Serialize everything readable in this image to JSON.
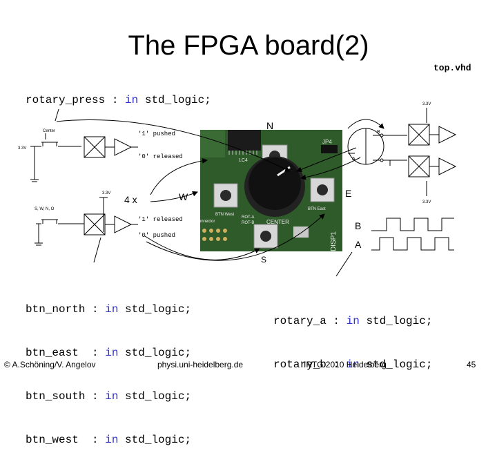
{
  "slide": {
    "title": "The FPGA board(2)",
    "file_name": "top.vhd"
  },
  "rotary_press_decl": {
    "signal": "rotary_press",
    "sep": " : ",
    "dir": "in",
    "type": "std_logic;"
  },
  "buttons_decl": [
    {
      "signal": "btn_north",
      "sep": " : ",
      "dir": "in",
      "type": "std_logic;"
    },
    {
      "signal": "btn_east ",
      "sep": " : ",
      "dir": "in",
      "type": "std_logic;"
    },
    {
      "signal": "btn_south",
      "sep": " : ",
      "dir": "in",
      "type": "std_logic;"
    },
    {
      "signal": "btn_west ",
      "sep": " : ",
      "dir": "in",
      "type": "std_logic;"
    }
  ],
  "rotary_decl": [
    {
      "signal": "rotary_a",
      "sep": " : ",
      "dir": "in",
      "type": "std_logic;"
    },
    {
      "signal": "rotary_b",
      "sep": " : ",
      "dir": "in",
      "type": "std_logic;"
    }
  ],
  "diagram": {
    "dir_n": "N",
    "dir_e": "E",
    "dir_w": "W",
    "dir_s": "S",
    "four_x": "4 x",
    "wave_b": "B",
    "wave_a": "A",
    "center_label": "Center",
    "swno_label": "S, W, N, O",
    "v33_1": "3.3V",
    "v33_2": "3.3V",
    "v33_3": "3.3V",
    "v33_4": "3.3V",
    "top_pushed": "'1' pushed",
    "top_released": "'0' released",
    "bot_released": "'1' released",
    "bot_pushed": "'0' pushed",
    "enc_a": "A",
    "enc_b": "B"
  },
  "board": {
    "jp4": "JP4",
    "lc4": "LC4",
    "center": "CENTER",
    "btn_west": "BTN West",
    "btn_east": "BTN East",
    "rot_a": "ROT-A",
    "rot_b": "ROT-B",
    "disp1": "DISP1",
    "connector": "onnector"
  },
  "footer": {
    "authors": "© A.Schöning/V. Angelov",
    "site": "physi.uni-heidelberg.de",
    "event": "IRTG 2010 Heidelberg",
    "page": "45"
  },
  "colors": {
    "keyword": "#3333cc",
    "board_green": "#2f5a2a",
    "knob": "#111111"
  }
}
